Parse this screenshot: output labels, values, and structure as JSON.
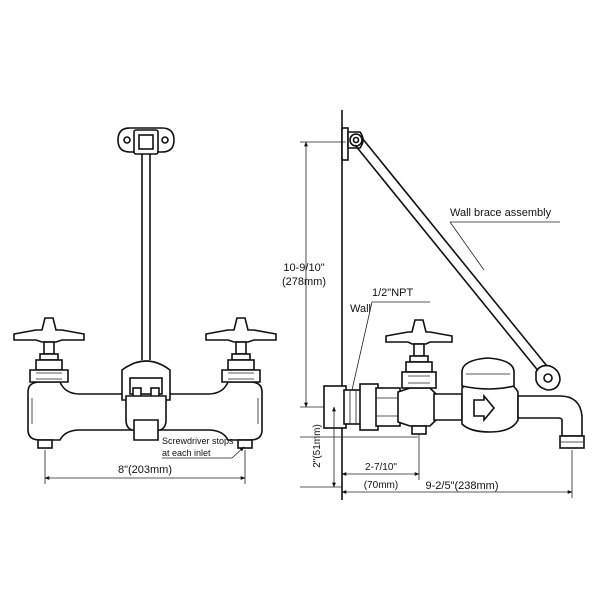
{
  "labels": {
    "wall_brace": "Wall brace assembly",
    "wall": "Wall",
    "npt": "1/2\"NPT",
    "height_dim": "10-9/10\"",
    "height_mm": "(278mm)",
    "inlet_height": "2\"(51mm)",
    "offset_dim": "2-7/10\"",
    "offset_mm": "(70mm)",
    "projection": "9-2/5\"(238mm)",
    "centers": "8\"(203mm)",
    "stops_line1": "Screwdriver stops",
    "stops_line2": "at each inlet"
  }
}
